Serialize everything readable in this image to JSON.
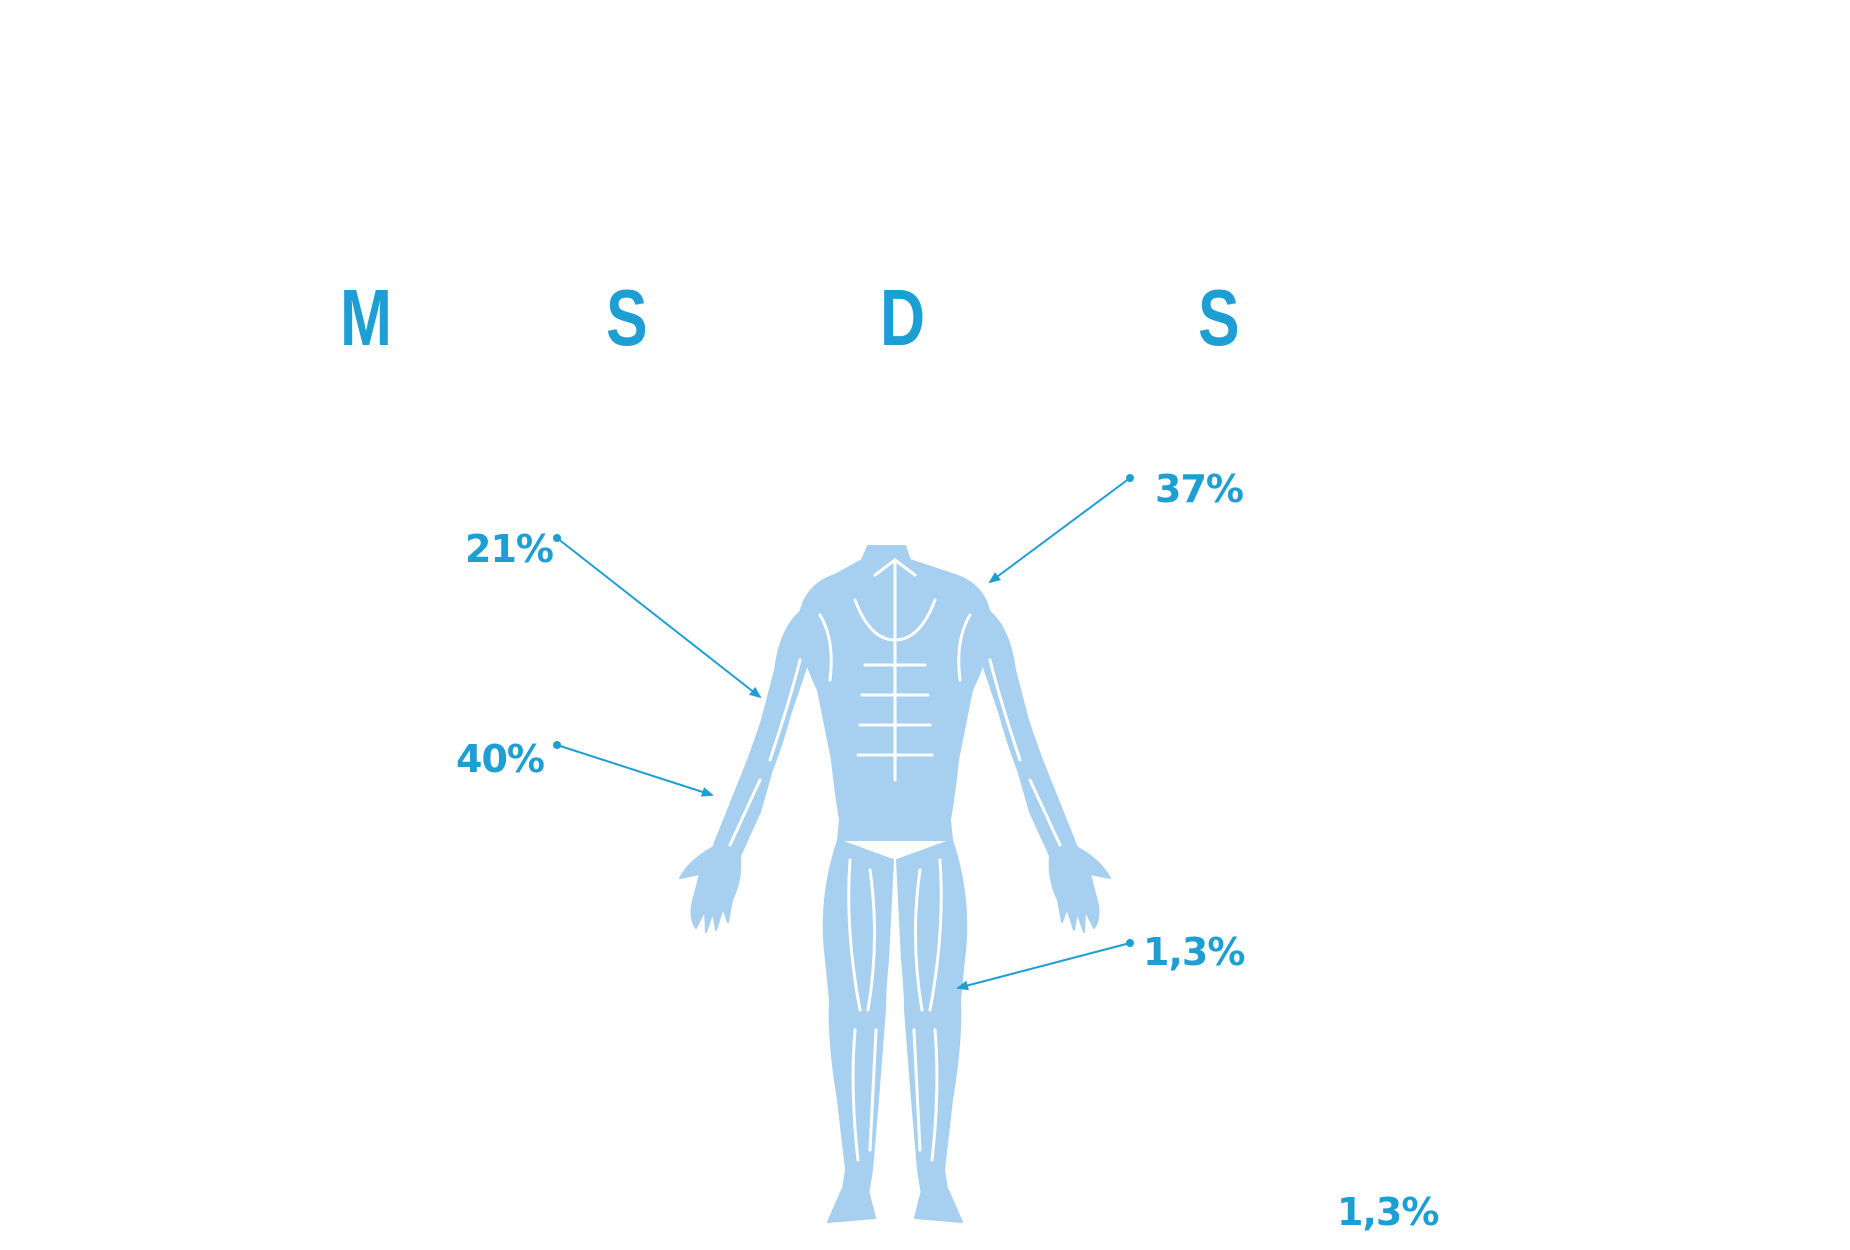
{
  "colors": {
    "accent": "#1e9fd4",
    "figure_fill": "#a7cff0",
    "figure_line": "#ffffff"
  },
  "heading_letters": [
    "M",
    "S",
    "D",
    "S"
  ],
  "callouts": [
    {
      "id": "neck-shoulder",
      "label": "37%"
    },
    {
      "id": "upper-arm",
      "label": "21%"
    },
    {
      "id": "forearm-wrist",
      "label": "40%"
    },
    {
      "id": "knee",
      "label": "1,3%"
    }
  ],
  "footnote_value": "1,3%",
  "figure": {
    "icon": "human-muscle-anatomy-icon"
  }
}
